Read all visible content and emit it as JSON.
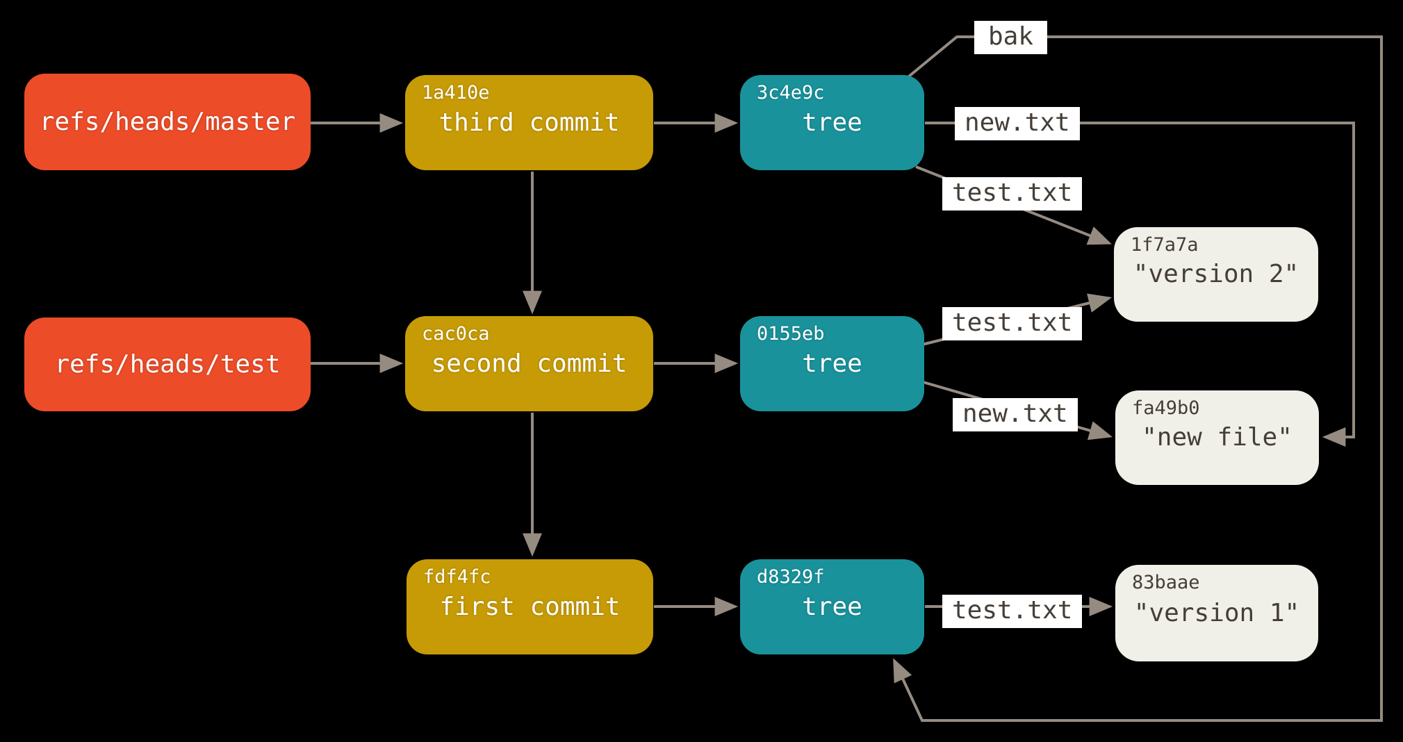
{
  "diagram": {
    "title": "git-objects-and-refs-diagram",
    "refs": [
      {
        "label": "refs/heads/master"
      },
      {
        "label": "refs/heads/test"
      }
    ],
    "commits": [
      {
        "hash": "1a410e",
        "label": "third commit"
      },
      {
        "hash": "cac0ca",
        "label": "second commit"
      },
      {
        "hash": "fdf4fc",
        "label": "first commit"
      }
    ],
    "trees": [
      {
        "hash": "3c4e9c",
        "label": "tree"
      },
      {
        "hash": "0155eb",
        "label": "tree"
      },
      {
        "hash": "d8329f",
        "label": "tree"
      }
    ],
    "blobs": [
      {
        "hash": "1f7a7a",
        "label": "\"version 2\""
      },
      {
        "hash": "fa49b0",
        "label": "\"new file\""
      },
      {
        "hash": "83baae",
        "label": "\"version 1\""
      }
    ],
    "edge_labels": [
      {
        "text": "bak"
      },
      {
        "text": "new.txt"
      },
      {
        "text": "test.txt"
      },
      {
        "text": "test.txt"
      },
      {
        "text": "new.txt"
      },
      {
        "text": "test.txt"
      }
    ],
    "colors": {
      "background": "#000000",
      "ref_box": "#ec4c28",
      "commit_box": "#c79b06",
      "tree_box": "#1a929b",
      "blob_box": "#f1f0e8",
      "wire": "#968b81",
      "edge_label_bg": "#ffffff",
      "dark_text": "#453e37",
      "light_text": "#ffffff"
    }
  }
}
